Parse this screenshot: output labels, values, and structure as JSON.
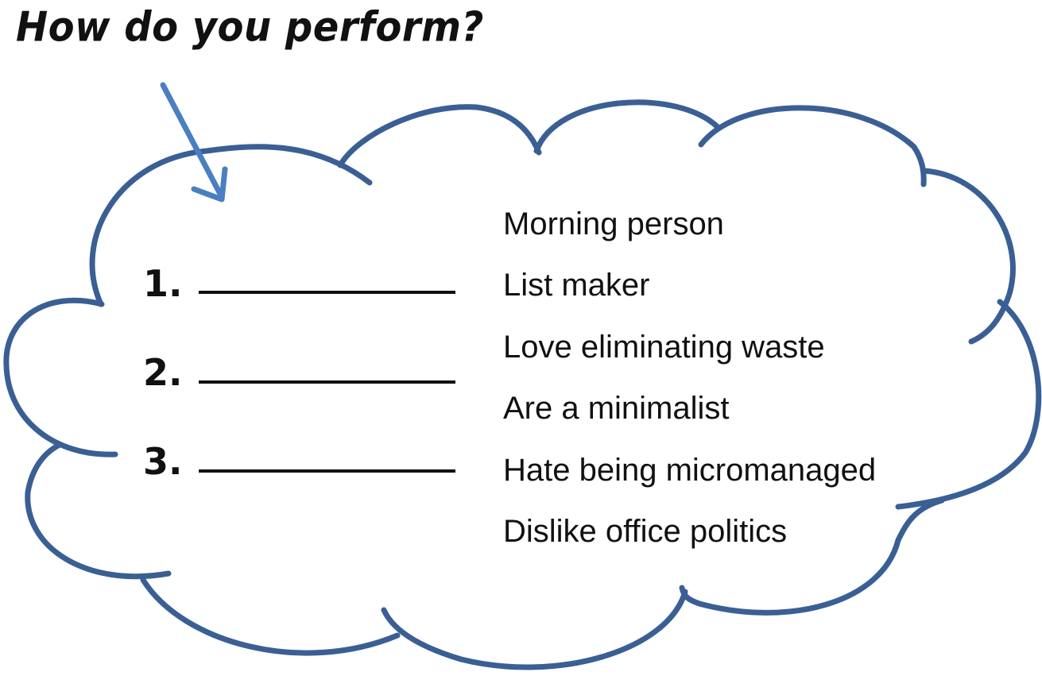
{
  "heading": "How do you perform?",
  "blanks": [
    {
      "number": "1."
    },
    {
      "number": "2."
    },
    {
      "number": "3."
    }
  ],
  "traits": [
    "Morning person",
    "List maker",
    "Love eliminating waste",
    "Are a minimalist",
    "Hate being micromanaged",
    "Dislike office politics"
  ],
  "colors": {
    "cloud_outline": "#3a5f94",
    "arrow": "#4a7fc1",
    "text": "#111111"
  }
}
